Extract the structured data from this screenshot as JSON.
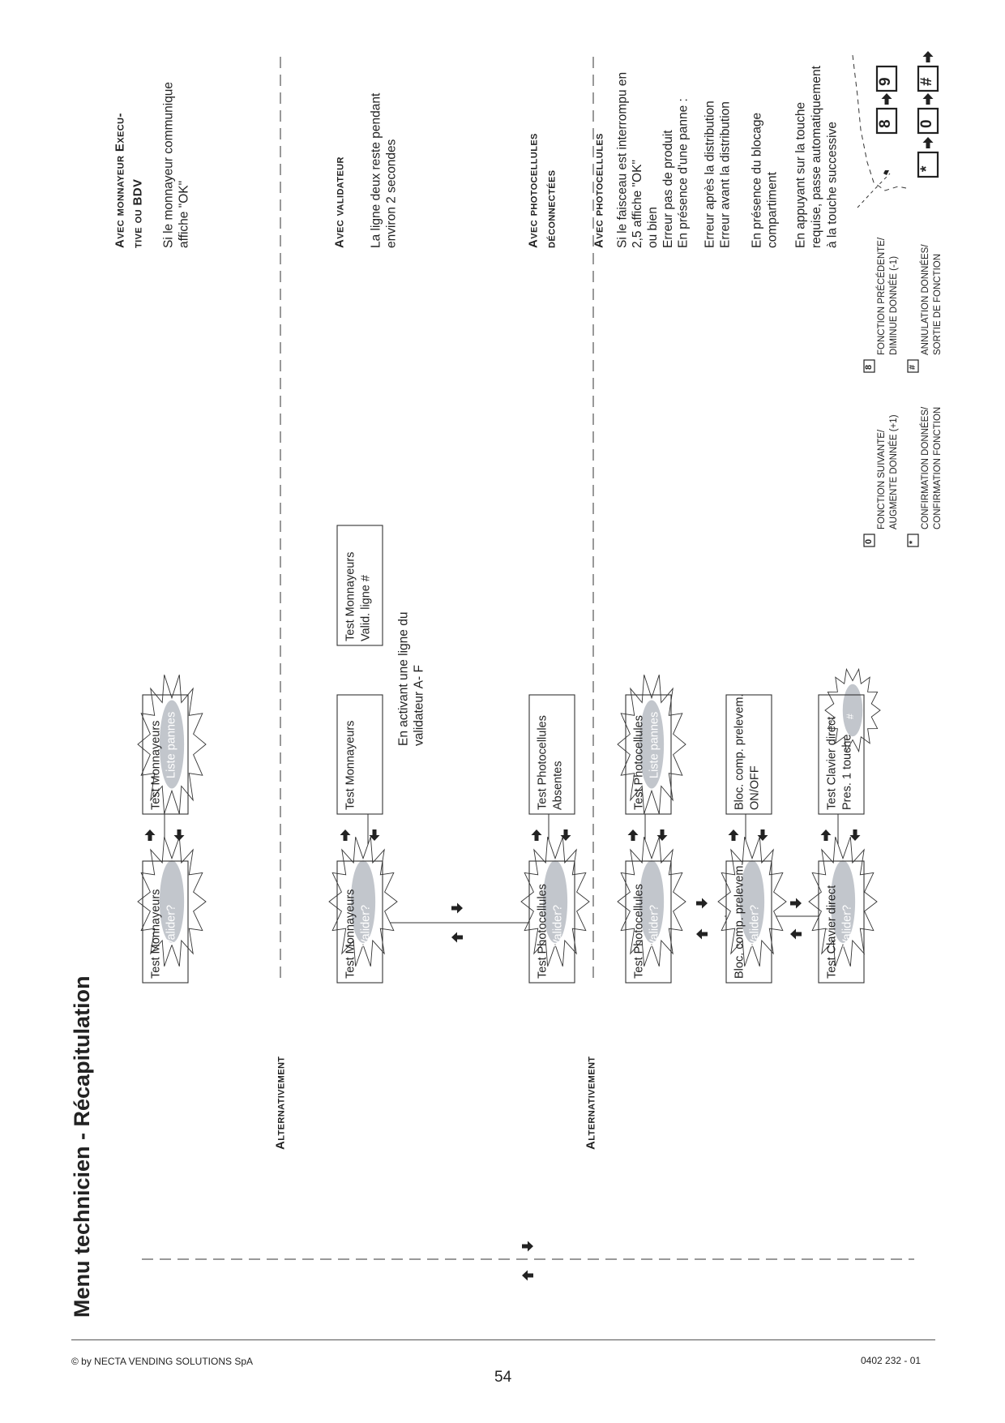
{
  "header": {
    "title": "Menu technicien - Récapitulation"
  },
  "labels": {
    "alternativement_1": "Alternativement",
    "alternativement_2": "Alternativement",
    "activation_note": [
      "En activant une ligne du",
      "validateur A- F"
    ]
  },
  "flow": {
    "row1": {
      "box1": [
        "Test Monnayeurs",
        "Valider?"
      ],
      "box2": [
        "Test Monnayeurs",
        "Liste pannes"
      ]
    },
    "row2": {
      "box1": [
        "Test Monnayeurs",
        "Valider?"
      ],
      "box2": [
        "Test Monnayeurs"
      ],
      "box3": [
        "Test Monnayeurs",
        "Valid. ligne #"
      ]
    },
    "row3": {
      "box1": [
        "Test Photocellules",
        "Valider?"
      ],
      "box2": [
        "Test Photocellules",
        "Absentes"
      ]
    },
    "row4": {
      "box1": [
        "Test Photocellules",
        "Valider?"
      ],
      "box2": [
        "Test Photocellules",
        "Liste pannes"
      ]
    },
    "row5": {
      "box1": [
        "Bloc. comp. prelevem.",
        "Valider?"
      ],
      "box2": [
        "Bloc. comp. prelevem.",
        "ON/OFF"
      ]
    },
    "row6": {
      "box1": [
        "Test Clavier direct",
        "Valider?"
      ],
      "box2": [
        "Test Clavier direct",
        "Pres. 1 touche",
        "#"
      ]
    }
  },
  "notes": {
    "monnayeur_title": [
      "Avec monnayeur Execu-",
      "tive ou BDV"
    ],
    "monnayeur_text": [
      "Si le monnayeur communique",
      "affiche \"OK\""
    ],
    "validateur_title": [
      "Avec validateur"
    ],
    "validateur_text": [
      "La ligne deux reste pendant",
      "environ 2 secondes"
    ],
    "photo_disc_title": [
      "Avec photocellules",
      "déconnectées"
    ],
    "photo_title": [
      "Avec photocellules"
    ],
    "photo_text": [
      "Si le faisceau est interrompu en",
      "2,5 affiche \"OK\"",
      "ou bien",
      "Erreur pas de produit",
      "En présence d'une panne :"
    ],
    "photo_errors": [
      "Erreur après la distribution",
      "Erreur avant la distribution"
    ],
    "bloc_text": [
      "En présence du blocage",
      "compartiment"
    ],
    "clavier_text": [
      "En appuyant sur la touche",
      "requise, passe automatiquement",
      "à la touche successive"
    ]
  },
  "legend": {
    "k0": {
      "key": "0",
      "lines": [
        "FONCTION SUIVANTE/",
        "AUGMENTE DONNÉE (+1)"
      ]
    },
    "k8": {
      "key": "8",
      "lines": [
        "FONCTION PRÉCÉDENTE/",
        "DIMINUE DONNÉE (-1)"
      ]
    },
    "kstar": {
      "key": "*",
      "lines": [
        "CONFIRMATION DONNÉES/",
        "CONFIRMATION FONCTION"
      ]
    },
    "khash": {
      "key": "#",
      "lines": [
        "ANNULATION DONNÉES/",
        "SORTIE DE FONCTION"
      ]
    }
  },
  "keypad": {
    "row1": [
      "8",
      "9"
    ],
    "row2": [
      "*",
      "0",
      "#"
    ]
  },
  "footer": {
    "copyright": "© by NECTA VENDING SOLUTIONS SpA",
    "doc_code": "0402 232 - 01",
    "page_number": "54"
  }
}
